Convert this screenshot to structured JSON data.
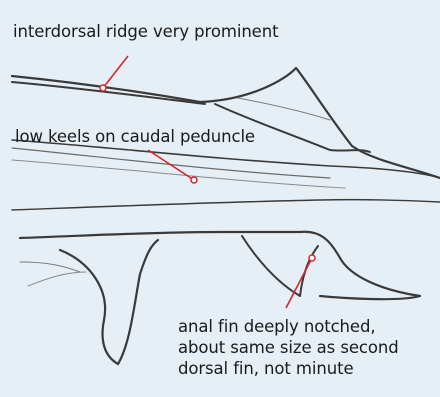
{
  "annotations": {
    "interdorsal_ridge": "interdorsal ridge very prominent",
    "caudal_keels": "low keels on caudal peduncle",
    "anal_fin": [
      "anal fin deeply notched,",
      "about same size as second",
      "dorsal fin, not minute"
    ]
  },
  "colors": {
    "background": "#e6eff6",
    "sketch_line": "#3a3a3a",
    "leader_line": "#d9232a"
  }
}
